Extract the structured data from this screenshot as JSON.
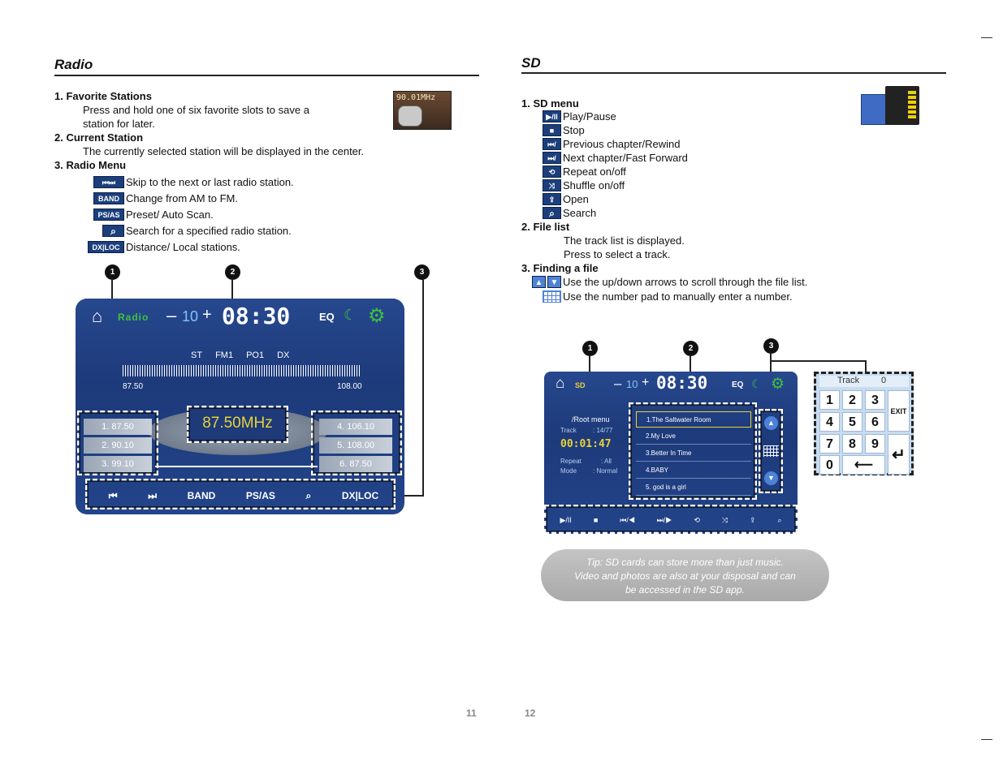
{
  "left": {
    "title": "Radio",
    "s1_head": "1. Favorite Stations",
    "s1_l1": "Press and hold one of six favorite slots to save a",
    "s1_l2": "station for later.",
    "s2_head": "2. Current Station",
    "s2_l1": "The currently selected station will be displayed in the center.",
    "s3_head": "3. Radio Menu",
    "menu": [
      {
        "icon": "⏮⏭",
        "text": "Skip to the next or last radio station."
      },
      {
        "icon": "BAND",
        "text": "Change from AM to FM."
      },
      {
        "icon": "PS/AS",
        "text": "Preset/ Auto Scan."
      },
      {
        "icon": "⌕",
        "text": "Search for a specified radio station."
      },
      {
        "icon": "DX|LOC",
        "text": "Distance/ Local stations."
      }
    ],
    "thumb_freq": "90.01MHz",
    "callouts": [
      "1",
      "2",
      "3"
    ],
    "screen": {
      "app": "Radio",
      "minus": "–",
      "vol": "10",
      "plus": "+",
      "time": "08:30",
      "eq": "EQ",
      "indicators": [
        "ST",
        "FM1",
        "PO1",
        "DX"
      ],
      "scale_min": "87.50",
      "scale_max": "108.00",
      "freq": "87.50MHz",
      "presets_left": [
        "1.  87.50",
        "2.  90.10",
        "3.  99.10"
      ],
      "presets_right": [
        "4.  106.10",
        "5.  108.00",
        "6.  87.50"
      ],
      "menu": [
        "⏮",
        "⏭",
        "BAND",
        "PS/AS",
        "⌕",
        "DX|LOC"
      ]
    }
  },
  "right": {
    "title": "SD",
    "s1_head": "1. SD menu",
    "menu": [
      {
        "icon": "▶/II",
        "text": "Play/Pause"
      },
      {
        "icon": "■",
        "text": "Stop"
      },
      {
        "icon": "⏮/",
        "text": "Previous chapter/Rewind"
      },
      {
        "icon": "⏭/",
        "text": "Next chapter/Fast Forward"
      },
      {
        "icon": "⟲",
        "text": "Repeat on/off"
      },
      {
        "icon": "⤨",
        "text": "Shuffle on/off"
      },
      {
        "icon": "⇪",
        "text": "Open"
      },
      {
        "icon": "⌕",
        "text": "Search"
      }
    ],
    "s2_head": "2. File list",
    "s2_l1": "The track list is displayed.",
    "s2_l2": "Press to select a track.",
    "s3_head": "3. Finding a file",
    "s3_l1": "Use the up/down arrows to scroll through the file list.",
    "s3_l2": "Use the number pad to manually enter a number.",
    "callouts": [
      "1",
      "2",
      "3"
    ],
    "screen": {
      "app": "SD",
      "minus": "–",
      "vol": "10",
      "plus": "+",
      "time": "08:30",
      "eq": "EQ",
      "path": "/Root menu",
      "track_label": "Track",
      "track_val": ":  14/77",
      "elapsed": "00:01:47",
      "repeat_label": "Repeat",
      "repeat_val": ":  All",
      "mode_label": "Mode",
      "mode_val": ":  Normal",
      "tracks": [
        "1.The Saltwater Room",
        "2.My Love",
        "3.Better In Time",
        "4.BABY",
        "5. god is a girl"
      ],
      "menu": [
        "▶/II",
        "■",
        "⏮/◀",
        "⏭/▶",
        "⟲",
        "⤨",
        "⇪",
        "⌕"
      ]
    },
    "keypad": {
      "label": "Track",
      "value": "0",
      "keys": [
        "1",
        "2",
        "3",
        "4",
        "5",
        "6",
        "7",
        "8",
        "9",
        "0"
      ],
      "exit": "EXIT",
      "back": "⟵",
      "enter": "↵"
    },
    "tip_l1": "Tip: SD cards can store more than just music.",
    "tip_l2": "Video and photos are also at your disposal and can",
    "tip_l3": "be accessed in the SD app."
  },
  "page_left": "11",
  "page_right": "12",
  "colors": {
    "screen": "#23448a",
    "accent_green": "#3ec23e",
    "freq_yellow": "#e8d23a"
  }
}
